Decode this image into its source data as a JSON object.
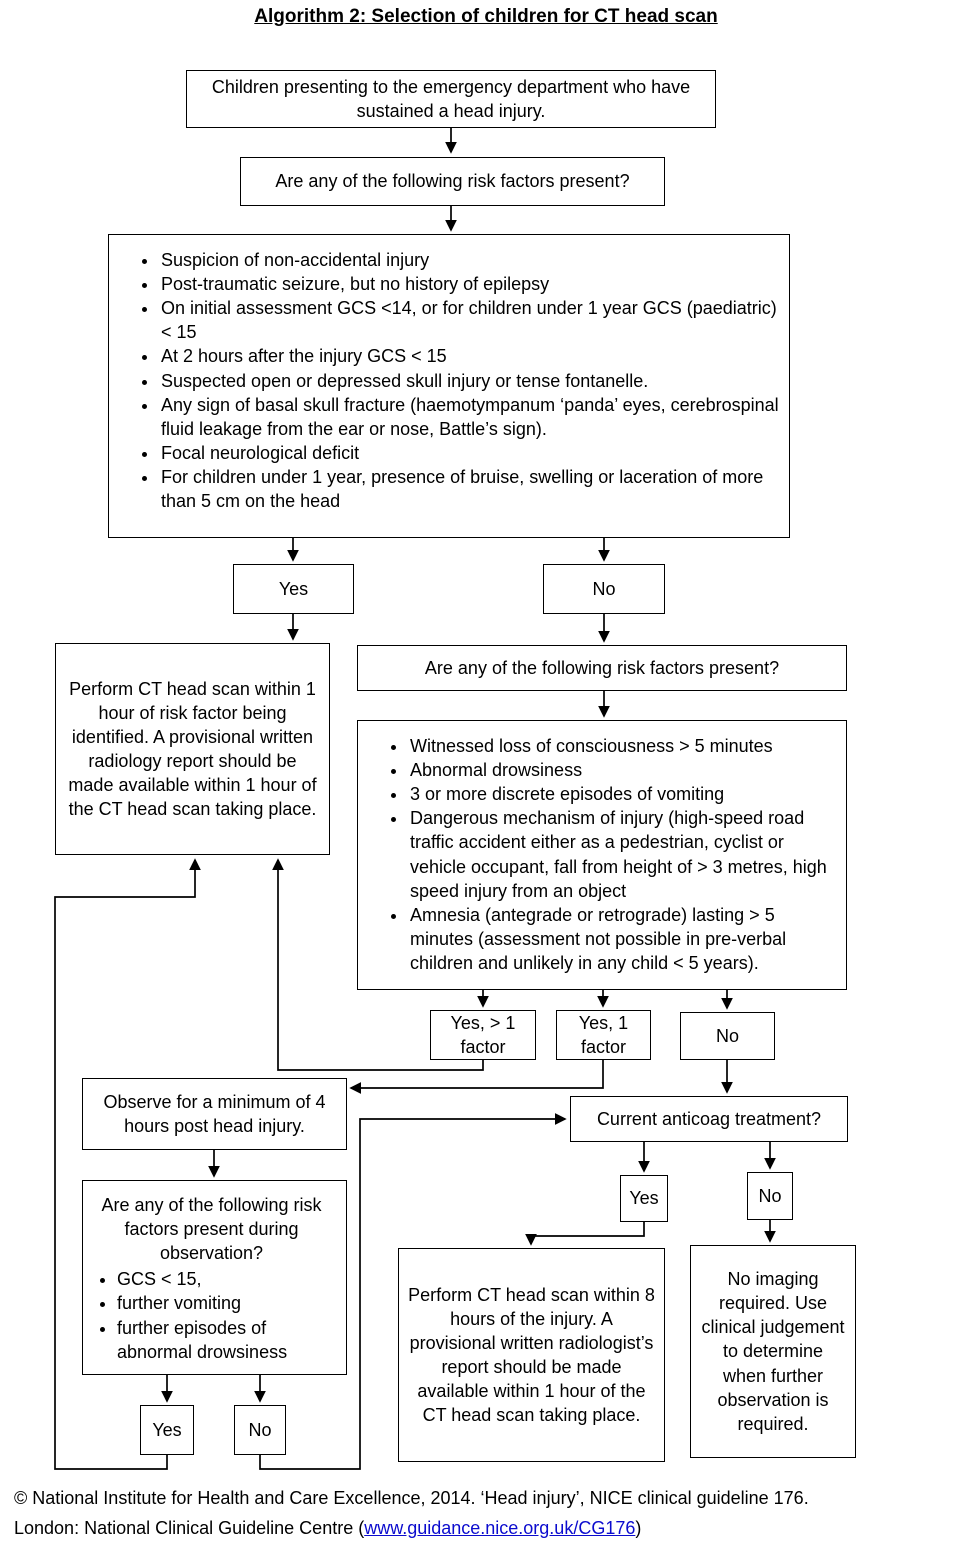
{
  "title": "Algorithm 2: Selection of children for CT head scan",
  "nodes": {
    "presenting": "Children presenting to the emergency department who have sustained a head injury.",
    "risk_question_1": "Are any of the following risk factors present?",
    "risk_factors_1": [
      "Suspicion of non-accidental injury",
      "Post-traumatic seizure, but no history of epilepsy",
      "On initial assessment GCS <14, or for children under 1 year GCS (paediatric) < 15",
      "At 2 hours after the injury GCS < 15",
      "Suspected open or depressed skull injury or tense fontanelle.",
      "Any sign of basal skull fracture (haemotympanum ‘panda’ eyes, cerebrospinal fluid leakage from the ear or nose, Battle’s sign).",
      "Focal neurological deficit",
      "For children under 1 year, presence of bruise, swelling or laceration of more than 5 cm on the head"
    ],
    "decision_yes_1": "Yes",
    "decision_no_1": "No",
    "ct_within_1_hour": "Perform CT head scan within 1 hour of risk factor being identified. A provisional written radiology report should be made available within 1 hour of the CT head scan taking place.",
    "risk_question_2": "Are any of the following risk factors present?",
    "risk_factors_2": [
      "Witnessed loss of consciousness > 5 minutes",
      "Abnormal drowsiness",
      "3 or more discrete episodes of vomiting",
      "Dangerous mechanism of injury (high-speed road traffic accident either as a pedestrian, cyclist or vehicle occupant, fall from height of > 3 metres, high speed injury from an object",
      "Amnesia (antegrade or retrograde) lasting > 5 minutes (assessment not possible in pre-verbal children and unlikely in any child < 5 years)."
    ],
    "decision_yes_gt1_factor": "Yes, > 1 factor",
    "decision_yes_1_factor": "Yes, 1 factor",
    "decision_no_2": "No",
    "observe_4_hours": "Observe for a minimum of 4 hours post head injury.",
    "anticoag_question": "Current anticoag treatment?",
    "observation_question": "Are any of the following risk factors present during observation?",
    "observation_factors": [
      "GCS < 15,",
      "further vomiting",
      "further episodes of abnormal drowsiness"
    ],
    "decision_yes_observation": "Yes",
    "decision_no_observation": "No",
    "decision_yes_anticoag": "Yes",
    "decision_no_anticoag": "No",
    "ct_within_8_hours": "Perform CT head scan within 8 hours of the injury. A provisional written radiologist’s report should be made available within 1 hour of the CT head scan taking place.",
    "no_imaging": "No imaging required. Use clinical judgement to determine when further observation is required."
  },
  "footer": {
    "line1": "© National Institute for Health and Care Excellence, 2014. ‘Head injury’, NICE clinical guideline 176.",
    "line2_prefix": "London: National Clinical Guideline Centre (",
    "link_text": "www.guidance.nice.org.uk/CG176",
    "line2_suffix": ")"
  },
  "colors": {
    "line": "#000000",
    "box_background": "#ffffff",
    "link": "#0b0bce"
  }
}
